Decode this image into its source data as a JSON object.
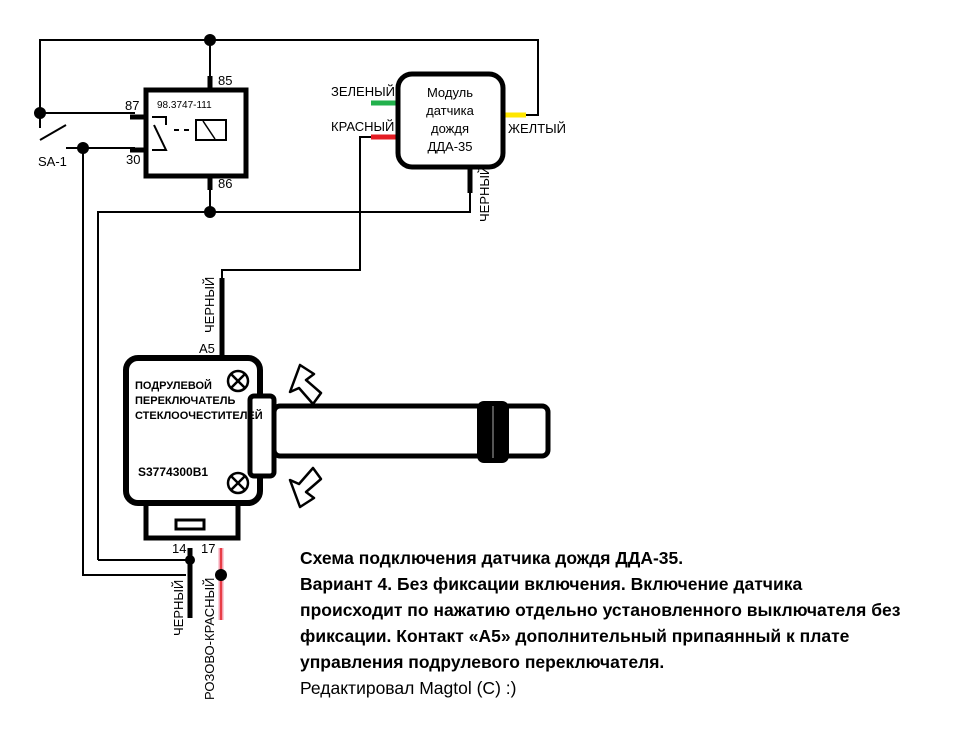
{
  "relay": {
    "part_number": "98.3747-111",
    "pin_85": "85",
    "pin_86": "86",
    "pin_87": "87",
    "pin_30": "30"
  },
  "switch": {
    "label": "SA-1"
  },
  "module": {
    "title_lines": [
      "Модуль",
      "датчика",
      "дождя",
      "ДДА-35"
    ],
    "wire_green": "ЗЕЛЕНЫЙ",
    "wire_red": "КРАСНЫЙ",
    "wire_yellow": "ЖЕЛТЫЙ",
    "wire_black": "ЧЕРНЫЙ",
    "colors": {
      "green": "#22b14c",
      "red": "#e51c23",
      "yellow": "#ffe600",
      "pink": "#f4a0b0"
    }
  },
  "stalk_switch": {
    "name_lines": [
      "ПОДРУЛЕВОЙ",
      "ПЕРЕКЛЮЧАТЕЛЬ",
      "СТЕКЛООЧЕСТИТЕЛЕЙ"
    ],
    "part_number": "S3774300B1",
    "contact_a5": "А5",
    "wire_a5": "ЧЕРНЫЙ",
    "pin_14": "14",
    "pin_17": "17",
    "wire_14": "ЧЕРНЫЙ",
    "wire_17": "РОЗОВО-КРАСНЫЙ"
  },
  "caption": {
    "line1": "Схема подключения датчика дождя ДДА-35.",
    "line2": "Вариант 4. Без фиксации включения. Включение датчика",
    "line3": "происходит по нажатию отдельно установленного выключателя без",
    "line4": "фиксации. Контакт «А5» дополнительный припаянный к плате",
    "line5": "управления подрулевого переключателя.",
    "line6": "Редактировал Magtol (С) :)"
  }
}
